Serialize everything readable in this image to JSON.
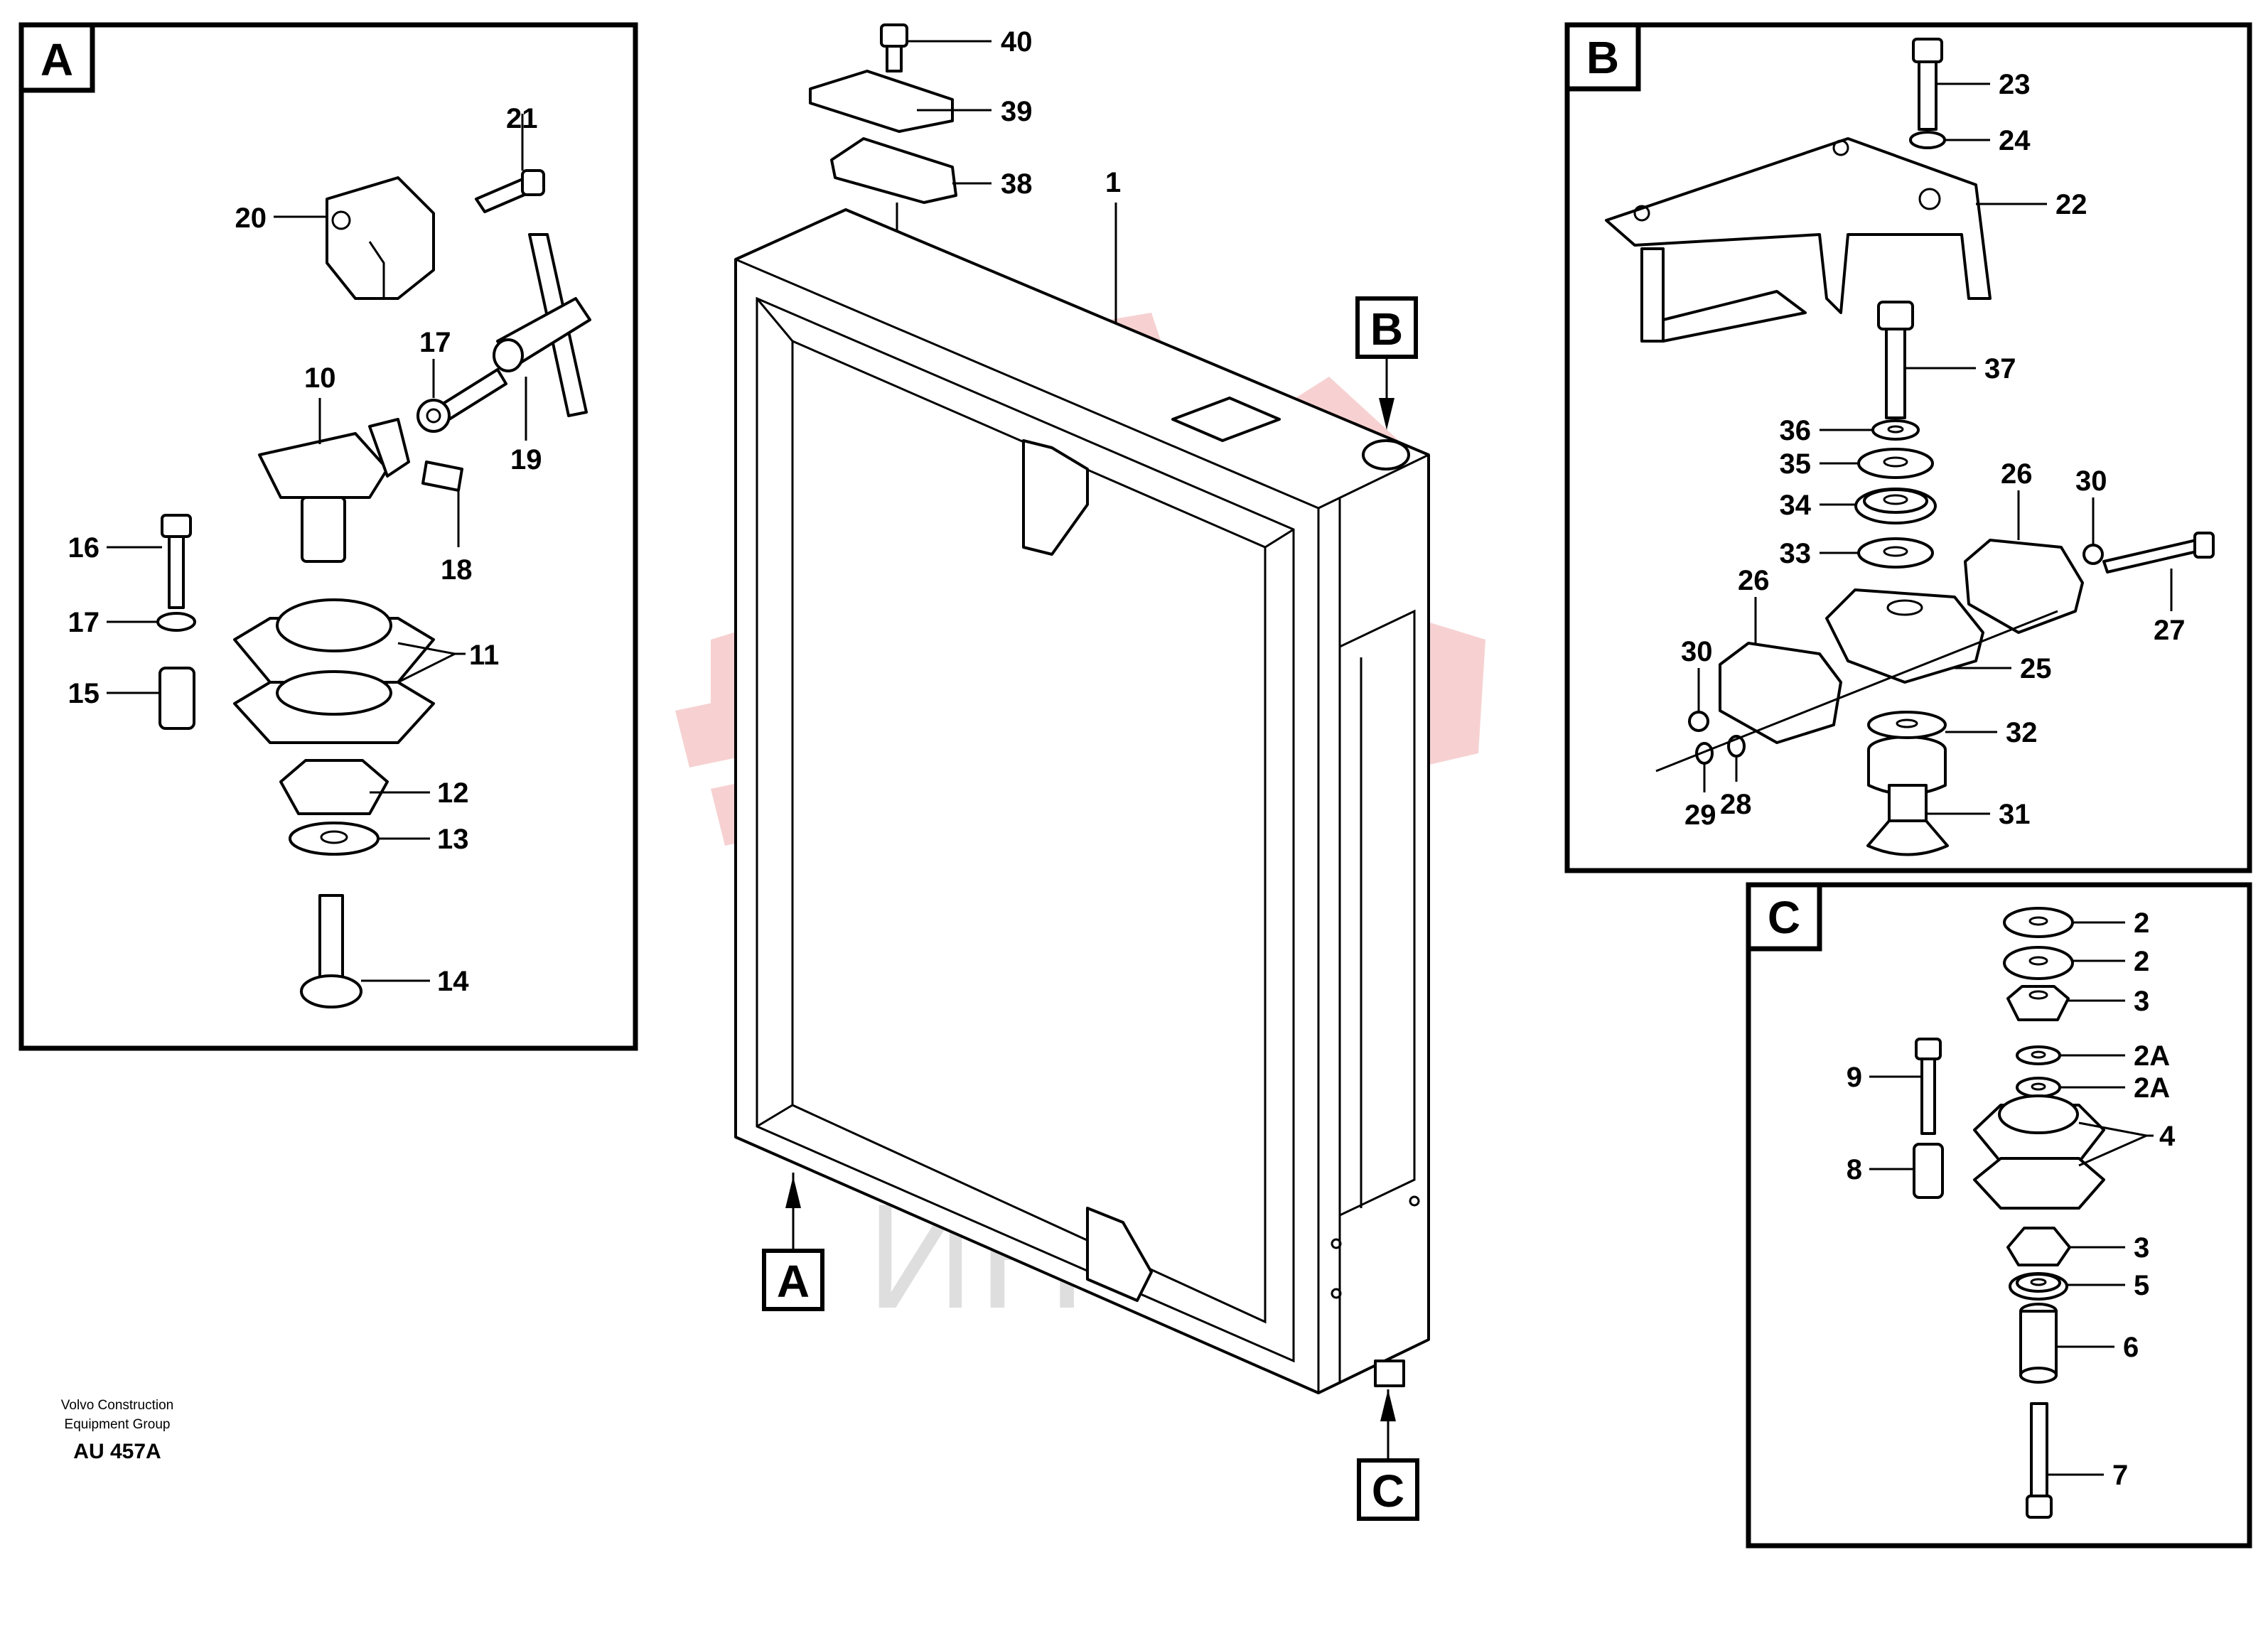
{
  "panels": {
    "a": {
      "letter": "A",
      "labels": {
        "p21": "21",
        "p20": "20",
        "p17a": "17",
        "p10": "10",
        "p19": "19",
        "p18": "18",
        "p16": "16",
        "p17b": "17",
        "p15": "15",
        "p11": "11",
        "p12": "12",
        "p13": "13",
        "p14": "14"
      }
    },
    "b": {
      "letter": "B",
      "labels": {
        "p23": "23",
        "p24": "24",
        "p22": "22",
        "p37": "37",
        "p36": "36",
        "p35": "35",
        "p34": "34",
        "p33": "33",
        "p26a": "26",
        "p30a": "30",
        "p26b": "26",
        "p27": "27",
        "p25": "25",
        "p30b": "30",
        "p32": "32",
        "p29": "29",
        "p28": "28",
        "p31": "31"
      }
    },
    "c": {
      "letter": "C",
      "labels": {
        "p2a": "2",
        "p2b": "2",
        "p3a": "3",
        "p2Aa": "2A",
        "p9": "9",
        "p2Ab": "2A",
        "p4": "4",
        "p8": "8",
        "p3b": "3",
        "p5": "5",
        "p6": "6",
        "p7": "7"
      }
    }
  },
  "main": {
    "labels": {
      "p40": "40",
      "p39": "39",
      "p38": "38",
      "p1": "1"
    },
    "tags": {
      "a": "A",
      "b": "B",
      "c": "C"
    }
  },
  "credit": {
    "line1": "Volvo Construction",
    "line2": "Equipment Group",
    "code": "AU 457A"
  },
  "watermark": {
    "text": "ИНТЕХ",
    "color": "#f6c9c9"
  }
}
